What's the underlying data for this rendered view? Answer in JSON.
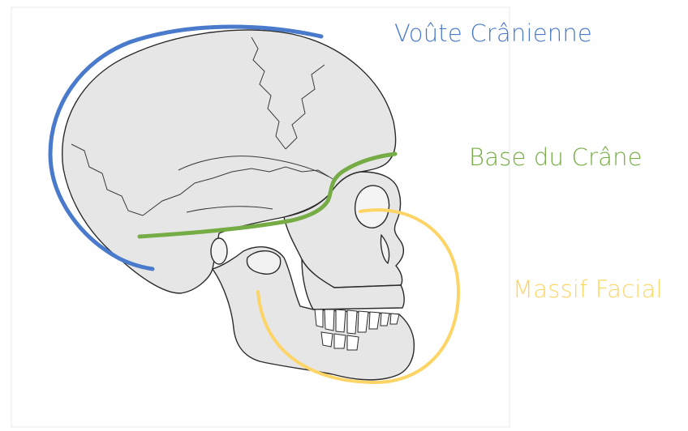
{
  "labels": {
    "cranial_vault": "Voûte Crânienne",
    "skull_base": "Base du Crâne",
    "facial_mass": "Massif Facial"
  },
  "colors": {
    "cranial_vault": "#4a7acb",
    "skull_base": "#76ac45",
    "facial_mass": "#fdd466",
    "bone_fill": "#e6e6e6",
    "bone_outline": "#2b2b2b",
    "frame": "#e8e8e8"
  }
}
